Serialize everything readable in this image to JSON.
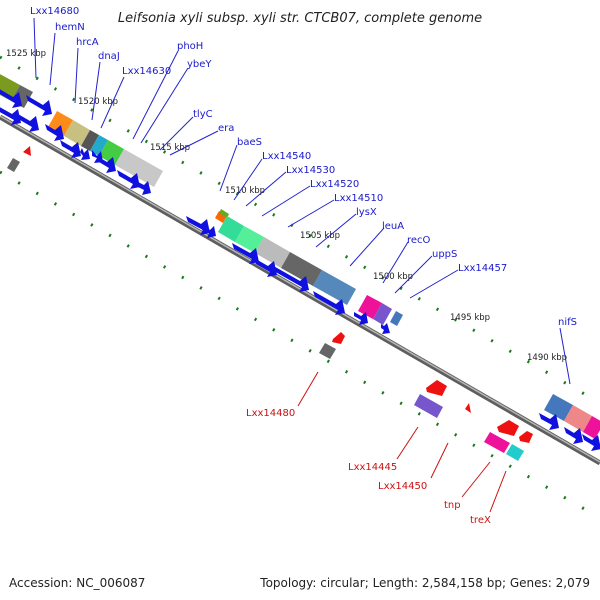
{
  "title": "Leifsonia xyli subsp. xyli str. CTCB07, complete genome",
  "footer": {
    "accession_label": "Accession:",
    "accession": "NC_006087",
    "topology_label": "Topology:",
    "topology": "circular",
    "length_label": "Length:",
    "length": "2,584,158 bp",
    "genes_label": "Genes:",
    "genes": "2,079"
  },
  "scale_labels": [
    "1525 kbp",
    "1520 kbp",
    "1515 kbp",
    "1510 kbp",
    "1505 kbp",
    "1500 kbp",
    "1495 kbp",
    "1490 kbp"
  ],
  "upper_gene_labels": [
    "Lxx14680",
    "hemN",
    "hrcA",
    "dnaJ",
    "Lxx14630",
    "phoH",
    "ybeY",
    "tlyC",
    "era",
    "baeS",
    "Lxx14540",
    "Lxx14530",
    "Lxx14520",
    "Lxx14510",
    "lysX",
    "leuA",
    "recO",
    "uppS",
    "Lxx14457",
    "nifS"
  ],
  "lower_gene_labels": [
    "Lxx14480",
    "Lxx14445",
    "Lxx14450",
    "tnp",
    "treX"
  ],
  "colors": {
    "forward_label": "#1a1acc",
    "reverse_label": "#cc1111",
    "backbone": "#888888",
    "arrow_blue": "#1010e0",
    "arrow_red": "#ee1111",
    "tick_green": "#1a7a1a"
  }
}
